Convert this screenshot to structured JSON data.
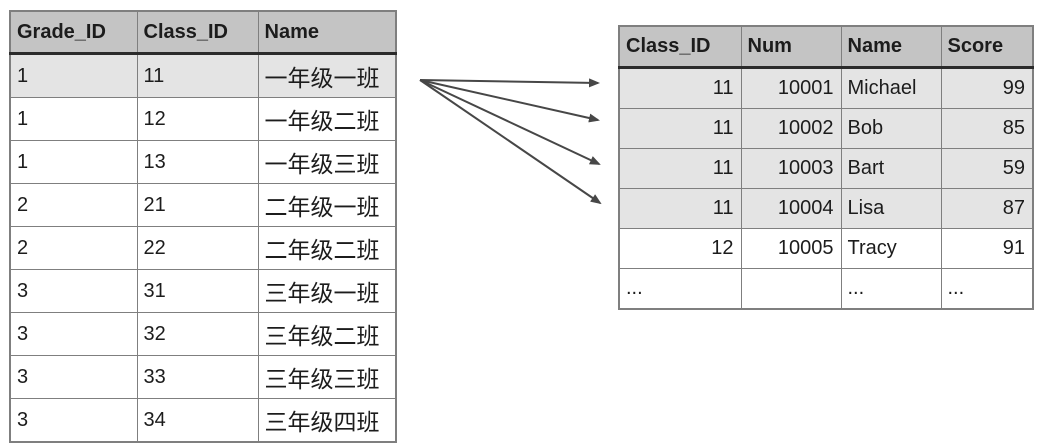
{
  "colors": {
    "header_bg": "#c4c4c4",
    "highlight_row_bg": "#e4e4e4",
    "cell_border": "#7f7f7f",
    "header_rule": "#2b2b2b",
    "text": "#1c1c1c",
    "arrow": "#474747"
  },
  "left_table": {
    "headers": [
      "Grade_ID",
      "Class_ID",
      "Name"
    ],
    "rows": [
      [
        "1",
        "11",
        "一年级一班"
      ],
      [
        "1",
        "12",
        "一年级二班"
      ],
      [
        "1",
        "13",
        "一年级三班"
      ],
      [
        "2",
        "21",
        "二年级一班"
      ],
      [
        "2",
        "22",
        "二年级二班"
      ],
      [
        "3",
        "31",
        "三年级一班"
      ],
      [
        "3",
        "32",
        "三年级二班"
      ],
      [
        "3",
        "33",
        "三年级三班"
      ],
      [
        "3",
        "34",
        "三年级四班"
      ]
    ],
    "highlighted_row_index": 0
  },
  "right_table": {
    "headers": [
      "Class_ID",
      "Num",
      "Name",
      "Score"
    ],
    "rows": [
      [
        "11",
        "10001",
        "Michael",
        "99"
      ],
      [
        "11",
        "10002",
        "Bob",
        "85"
      ],
      [
        "11",
        "10003",
        "Bart",
        "59"
      ],
      [
        "11",
        "10004",
        "Lisa",
        "87"
      ],
      [
        "12",
        "10005",
        "Tracy",
        "91"
      ],
      [
        "...",
        "",
        "...",
        "..."
      ]
    ],
    "highlighted_row_indexes": [
      0,
      1,
      2,
      3
    ]
  },
  "relationship": {
    "arrow_count": 4,
    "from_row": "Class_ID 11 (一年级一班)",
    "to_rows": [
      "10001 Michael",
      "10002 Bob",
      "10003 Bart",
      "10004 Lisa"
    ]
  }
}
